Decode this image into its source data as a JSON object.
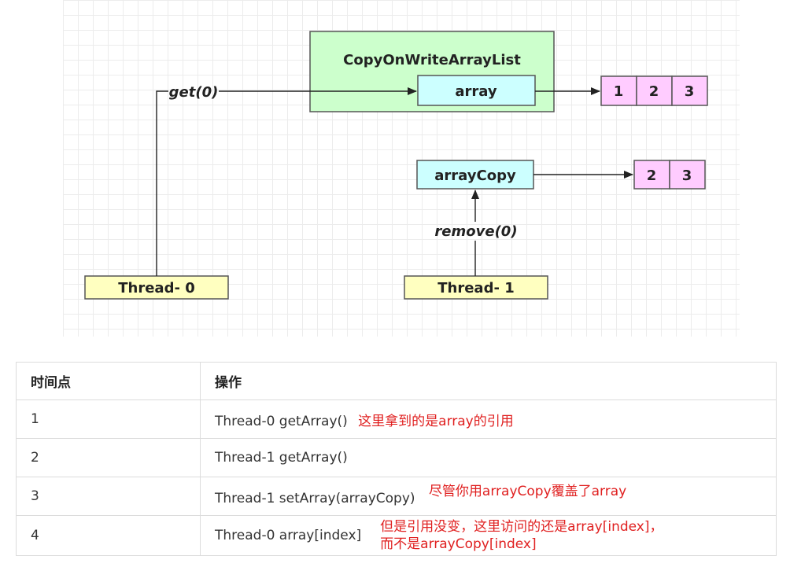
{
  "diagram": {
    "container_label": "CopyOnWriteArrayList",
    "array_label": "array",
    "array_copy_label": "arrayCopy",
    "array_cells": [
      "1",
      "2",
      "3"
    ],
    "array_copy_cells": [
      "2",
      "3"
    ],
    "thread0_label": "Thread- 0",
    "thread1_label": "Thread- 1",
    "get_label": "get(0)",
    "remove_label": "remove(0)",
    "colors": {
      "container_fill": "#ccffcc",
      "array_fill": "#ccffff",
      "cell_fill": "#ffccff",
      "thread_fill": "#ffffc0"
    }
  },
  "table": {
    "headers": [
      "时间点",
      "操作"
    ],
    "rows": [
      {
        "time": "1",
        "op": "Thread-0 getArray()",
        "note": "这里拿到的是array的引用",
        "note2": ""
      },
      {
        "time": "2",
        "op": "Thread-1 getArray()",
        "note": "",
        "note2": ""
      },
      {
        "time": "3",
        "op": "Thread-1 setArray(arrayCopy)",
        "note": "尽管你用arrayCopy覆盖了array",
        "note2": ""
      },
      {
        "time": "4",
        "op": "Thread-0 array[index]",
        "note": "但是引用没变，这里访问的还是array[index]，",
        "note2": "而不是arrayCopy[index]"
      }
    ]
  }
}
